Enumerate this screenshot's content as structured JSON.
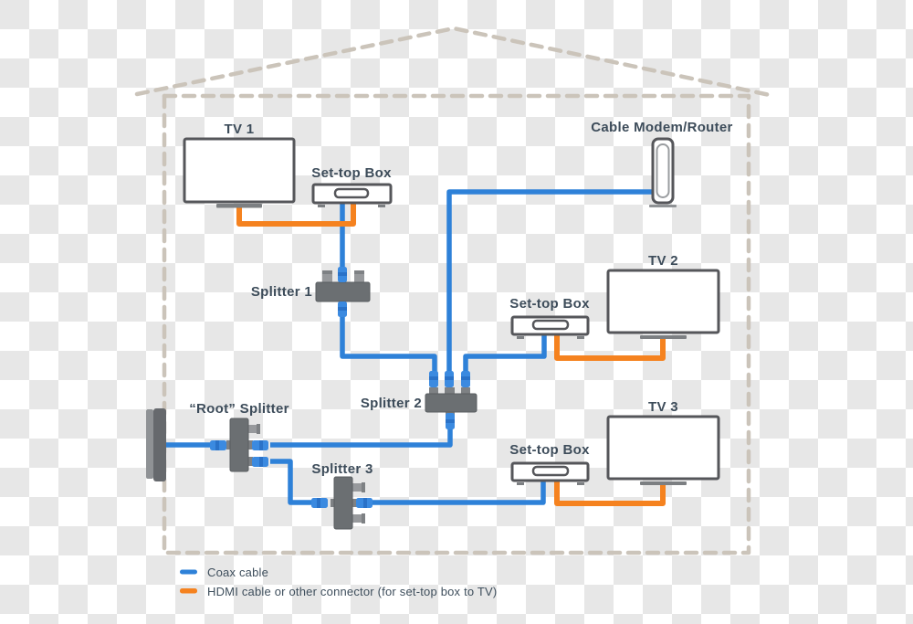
{
  "diagram": {
    "title_hidden": "",
    "labels": {
      "tv1": "TV 1",
      "stb1": "Set-top Box",
      "modem": "Cable Modem/Router",
      "tv2": "TV 2",
      "stb2": "Set-top Box",
      "splitter1": "Splitter 1",
      "splitter2": "Splitter 2",
      "root_splitter": "“Root” Splitter",
      "splitter3": "Splitter 3",
      "tv3": "TV 3",
      "stb3": "Set-top Box"
    },
    "legend": [
      {
        "label": "Coax cable",
        "color": "#2e81d8"
      },
      {
        "label": "HDMI cable or other connector (for set-top box to TV)",
        "color": "#f5821f"
      }
    ],
    "colors": {
      "coax": "#2e81d8",
      "coax_connector": "#3b8ae0",
      "coax_connector_band": "#2a72c8",
      "hdmi": "#f5821f",
      "house_outline": "#cbc4ba",
      "device_outline": "#55565a",
      "splitter_body": "#6b6f72",
      "port_stub": "#97999c",
      "stand_gray": "#7c7f82",
      "text": "#3d4c5a"
    }
  }
}
